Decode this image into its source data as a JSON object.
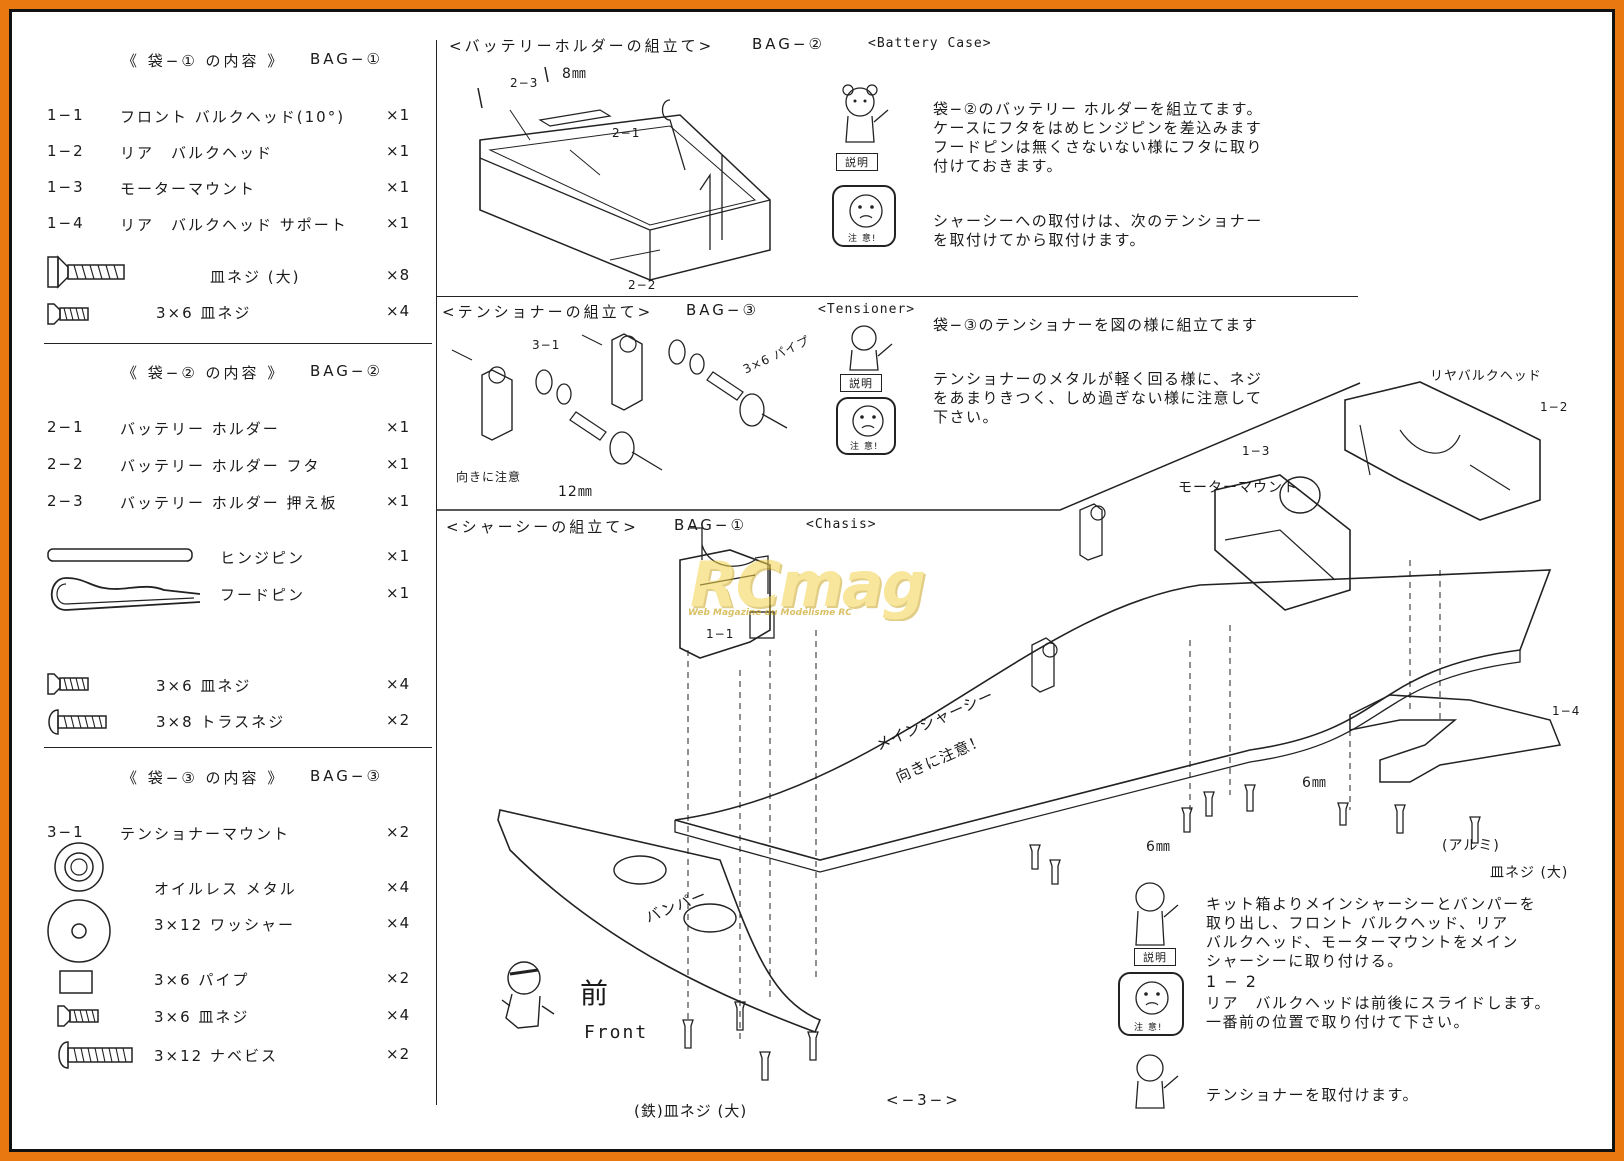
{
  "bag1_list": {
    "heading": "《 袋−① の内容 》",
    "code": "BAG−①",
    "rows": [
      {
        "no": "1−1",
        "name": "フロント バルクヘッド(10°)",
        "qty": "×1"
      },
      {
        "no": "1−2",
        "name": "リア　バルクヘッド",
        "qty": "×1"
      },
      {
        "no": "1−3",
        "name": "モーターマウント",
        "qty": "×1"
      },
      {
        "no": "1−4",
        "name": "リア　バルクヘッド サポート",
        "qty": "×1"
      }
    ],
    "screws": [
      {
        "name": "皿ネジ (大)",
        "qty": "×8"
      },
      {
        "name": "3×6 皿ネジ",
        "qty": "×4"
      }
    ]
  },
  "bag2_list": {
    "heading": "《 袋−② の内容 》",
    "code": "BAG−②",
    "rows": [
      {
        "no": "2−1",
        "name": "バッテリー ホルダー",
        "qty": "×1"
      },
      {
        "no": "2−2",
        "name": "バッテリー ホルダー フタ",
        "qty": "×1"
      },
      {
        "no": "2−3",
        "name": "バッテリー ホルダー 押え板",
        "qty": "×1"
      }
    ],
    "pins": [
      {
        "name": "ヒンジピン",
        "qty": "×1"
      },
      {
        "name": "フードピン",
        "qty": "×1"
      }
    ],
    "screws": [
      {
        "name": "3×6 皿ネジ",
        "qty": "×4"
      },
      {
        "name": "3×8 トラスネジ",
        "qty": "×2"
      }
    ]
  },
  "bag3_list": {
    "heading": "《 袋−③ の内容 》",
    "code": "BAG−③",
    "rows": [
      {
        "no": "3−1",
        "name": "テンショナーマウント",
        "qty": "×2"
      },
      {
        "no": "",
        "name": "オイルレス メタル",
        "qty": "×4"
      },
      {
        "no": "",
        "name": "3×12 ワッシャー",
        "qty": "×4"
      },
      {
        "no": "",
        "name": "3×6 パイプ",
        "qty": "×2"
      },
      {
        "no": "",
        "name": "3×6 皿ネジ",
        "qty": "×4"
      },
      {
        "no": "",
        "name": "3×12 ナベビス",
        "qty": "×2"
      }
    ]
  },
  "section_battery": {
    "title": "<バッテリーホルダーの組立て>",
    "code": "BAG−②",
    "en": "<Battery Case>",
    "labels": {
      "l23": "2−3",
      "l8mm": "8㎜",
      "l21": "2−1",
      "l22": "2−2"
    },
    "explain_label": "説明",
    "caution_label": "注 意!",
    "text1": "袋−②のバッテリー ホルダーを組立てます。\nケースにフタをはめヒンジピンを差込みます\nフードピンは無くさないない様にフタに取り\n付けておきます。",
    "text2": "シャーシーへの取付けは、次のテンショナー\nを取付けてから取付けます。"
  },
  "section_tensioner": {
    "title": "<テンショナーの組立て>",
    "code": "BAG−③",
    "en": "<Tensioner>",
    "labels": {
      "l31": "3−1",
      "pipe": "3×6 パイプ",
      "orient": "向きに注意",
      "l12mm": "12㎜"
    },
    "explain_label": "説明",
    "caution_label": "注 意!",
    "text1": "袋−③のテンショナーを図の様に組立てます",
    "text2": "テンショナーのメタルが軽く回る様に、ネジ\nをあまりきつく、しめ過ぎない様に注意して\n下さい。"
  },
  "section_chassis": {
    "title": "<シャーシーの組立て>",
    "code": "BAG−①",
    "en": "<Chasis>",
    "labels": {
      "rear_bulkhead": "リヤバルクヘッド",
      "l12": "1−2",
      "l13": "1−3",
      "motor_mount": "モーターマウント",
      "l11": "1−1",
      "main_chassis": "メインシャーシー",
      "orient": "向きに注意！",
      "l6mm_a": "6㎜",
      "l6mm_b": "6㎜",
      "l14": "1−4",
      "alumi": "(アルミ)",
      "sara_large": "皿ネジ (大)",
      "bumper": "バンパー",
      "front_kanji": "前",
      "front_en": "Front",
      "iron_screw": "(鉄)皿ネジ (大)"
    },
    "explain_label": "説明",
    "caution_label": "注 意!",
    "text1": "キット箱よりメインシャーシーとバンパーを\n取り出し、フロント バルクヘッド、リア\nバルクヘッド、モーターマウントをメイン\nシャーシーに取り付ける。",
    "sub_no": "1 − 2",
    "text2": "リア　バルクヘッドは前後にスライドします。\n一番前の位置で取り付けて下さい。",
    "text3": "テンショナーを取付けます。"
  },
  "page_number": "<−3−>",
  "watermark": {
    "main": "RCmag",
    "sub": "Web Magazine du Modélisme RC"
  },
  "colors": {
    "frame": "#e8780f",
    "ink": "#1a1a1a",
    "watermark": "#f2d34a"
  }
}
